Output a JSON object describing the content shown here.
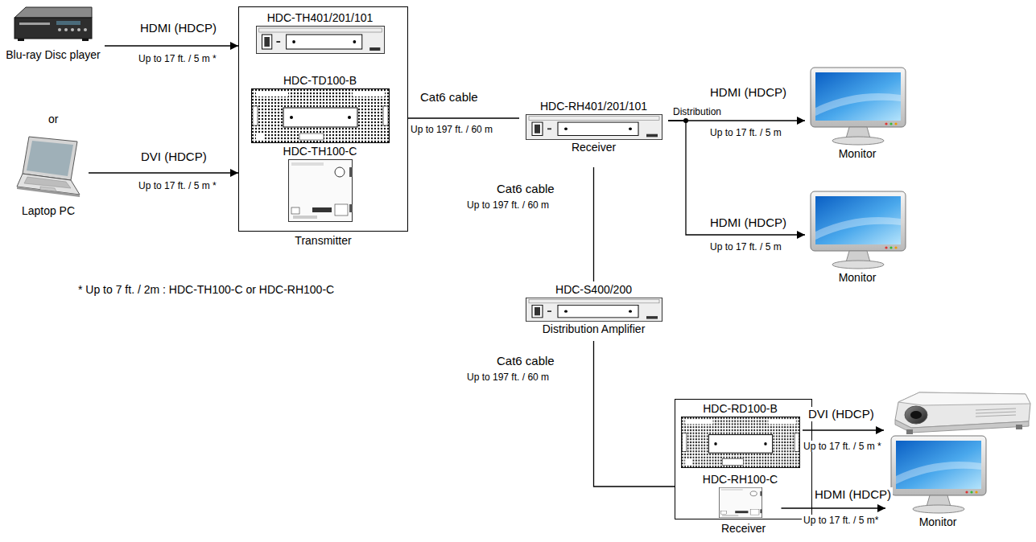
{
  "diagram": {
    "nodes": [
      {
        "text": [
          "Blu-ray Disc player"
        ]
      },
      {
        "text": [
          "Laptop PC"
        ]
      },
      {
        "text": [
          "Transmitter"
        ]
      },
      {
        "text": [
          "HDC-TH401/201/101"
        ],
        "in": 2
      },
      {
        "text": [
          "HDC-TD100-B"
        ],
        "in": 2
      },
      {
        "text": [
          "HDC-TH100-C"
        ],
        "in": 2
      },
      {
        "text": [
          "HDC-RH401/201/101",
          "Receiver"
        ]
      },
      {
        "text": [
          "Monitor"
        ]
      },
      {
        "text": [
          "Monitor"
        ]
      },
      {
        "text": [
          "HDC-S400/200",
          "Distribution Amplifier"
        ]
      },
      {
        "text": [
          "Receiver"
        ]
      },
      {
        "text": [
          "HDC-RD100-B"
        ],
        "in": 10
      },
      {
        "text": [
          "HDC-RH100-C"
        ],
        "in": 10
      },
      {
        "text": [
          "Projector"
        ]
      },
      {
        "text": [
          "Monitor"
        ]
      }
    ],
    "edges": [
      {
        "from": 0,
        "to": 2,
        "label": "HDMI (HDCP)",
        "arrow": "to"
      },
      {
        "from": 1,
        "to": 2,
        "label": "DVI (HDCP)",
        "arrow": "to"
      },
      {
        "from": 2,
        "to": 6,
        "label": "Cat6 cable",
        "arrow": "none"
      },
      {
        "from": 6,
        "to": 7,
        "label": "HDMI (HDCP)",
        "arrow": "to"
      },
      {
        "from": 6,
        "to": 8,
        "label": "HDMI (HDCP)",
        "arrow": "to"
      },
      {
        "from": 6,
        "to": 9,
        "label": "Cat6 cable",
        "arrow": "none"
      },
      {
        "from": 9,
        "to": 10,
        "label": "Cat6 cable",
        "arrow": "none"
      },
      {
        "from": 11,
        "to": 13,
        "label": "DVI (HDCP)",
        "arrow": "to"
      },
      {
        "from": 12,
        "to": 14,
        "label": "HDMI (HDCP)",
        "arrow": "to"
      }
    ],
    "labels": [
      "Up to 17 ft. / 5 m *",
      "or",
      "Up to 17 ft. / 5 m *",
      "Up to 197 ft. / 60 m",
      "Distribution",
      "Up to 17 ft. / 5 m",
      "Up to 17 ft. / 5 m",
      "Up to 197 ft. / 60 m",
      "Up to 197 ft. / 60 m",
      "Up to 17 ft. / 5 m *",
      "Up to 17 ft. / 5 m*",
      "* Up to 7 ft. / 2m : HDC-TH100-C or HDC-RH100-C"
    ]
  }
}
